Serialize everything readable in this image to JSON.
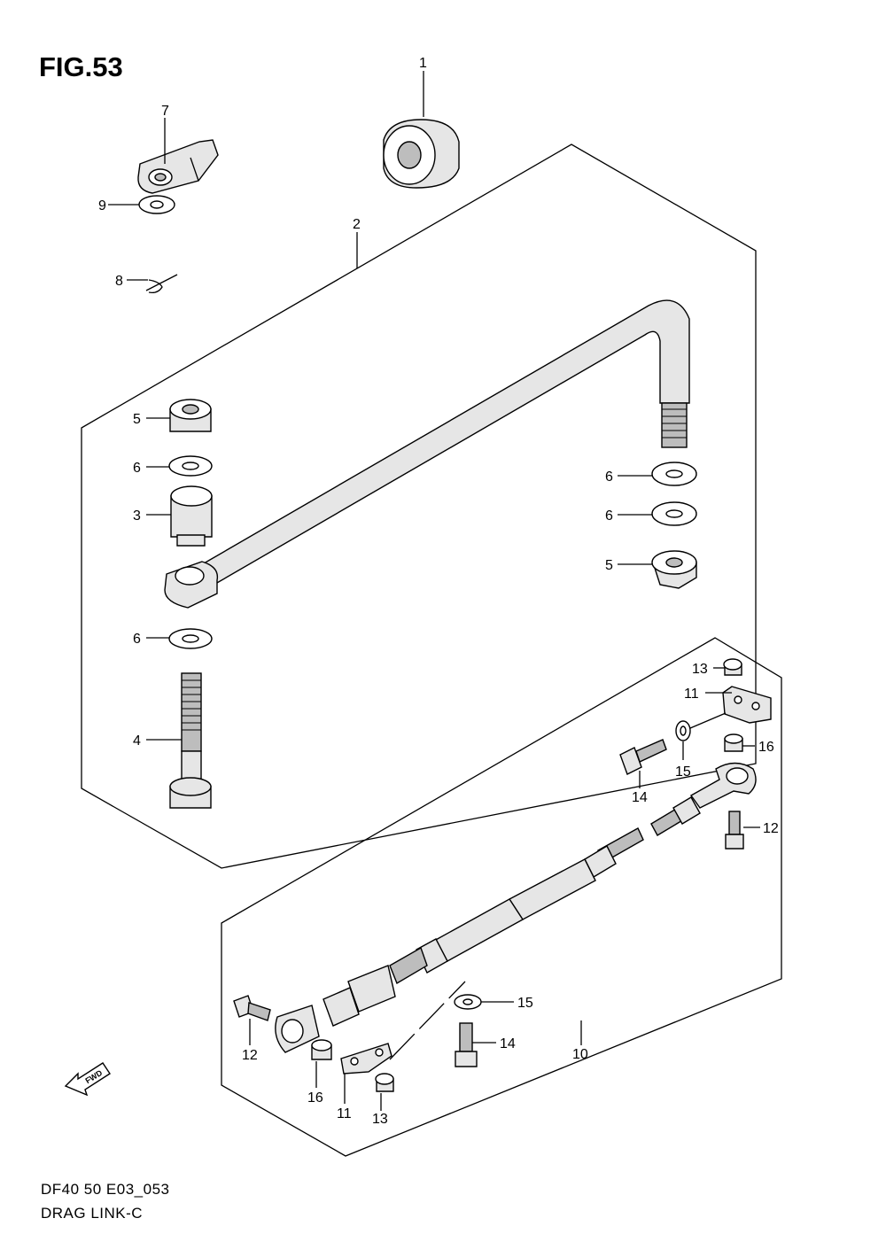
{
  "figure": {
    "title": "FIG.53",
    "code": "DF40 50 E03_053",
    "name": "DRAG LINK-C"
  },
  "fwd_marker": {
    "label": "FWD",
    "icon": "fwd-arrow-icon"
  },
  "callouts": {
    "c1": "1",
    "c2": "2",
    "c3": "3",
    "c4": "4",
    "c5a": "5",
    "c5b": "5",
    "c6a": "6",
    "c6b": "6",
    "c6c": "6",
    "c6d": "6",
    "c7": "7",
    "c8": "8",
    "c9": "9",
    "c10": "10",
    "c11a": "11",
    "c11b": "11",
    "c12a": "12",
    "c12b": "12",
    "c13a": "13",
    "c13b": "13",
    "c14a": "14",
    "c14b": "14",
    "c15a": "15",
    "c15b": "15",
    "c16a": "16",
    "c16b": "16"
  }
}
